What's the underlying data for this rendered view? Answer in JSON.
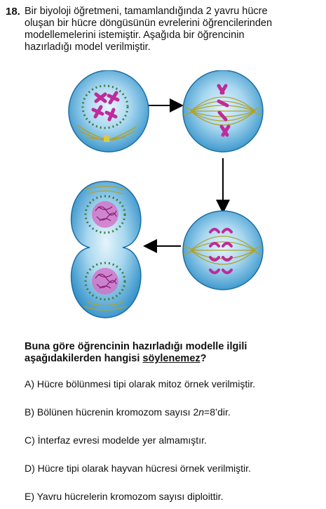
{
  "question": {
    "number": "18.",
    "stem_lines": [
      "Bir biyoloji öğretmeni, tamamlandığında 2 yavru hücre",
      "oluşan bir hücre döngüsünün evrelerini öğrencilerinden",
      "modellemelerini istemiştir. Aşağıda bir öğrencinin",
      "hazırladığı model verilmiştir."
    ],
    "prompt_line1": "Buna göre öğrencinin hazırladığı modelle ilgili",
    "prompt_line2_before": "aşağıdakilerden hangisi ",
    "prompt_line2_underlined": "söylenemez",
    "prompt_line2_after": "?"
  },
  "options": {
    "a": "A) Hücre bölünmesi tipi olarak mitoz örnek verilmiştir.",
    "b_before": "B) Bölünen hücrenin kromozom sayısı 2",
    "b_italic": "n",
    "b_after": "=8’dir.",
    "c": "C) İnterfaz evresi modelde yer almamıştır.",
    "d": "D) Hücre tipi olarak hayvan hücresi örnek verilmiştir.",
    "e": "E) Yavru hücrelerin kromozom sayısı diploittir."
  },
  "colors": {
    "cell_fill": "#3aa3d8",
    "cell_light": "#cfeaf7",
    "chromosome": "#c02a9a",
    "spindle": "#b1a22a",
    "nucleus_border": "#3d7a3a"
  }
}
